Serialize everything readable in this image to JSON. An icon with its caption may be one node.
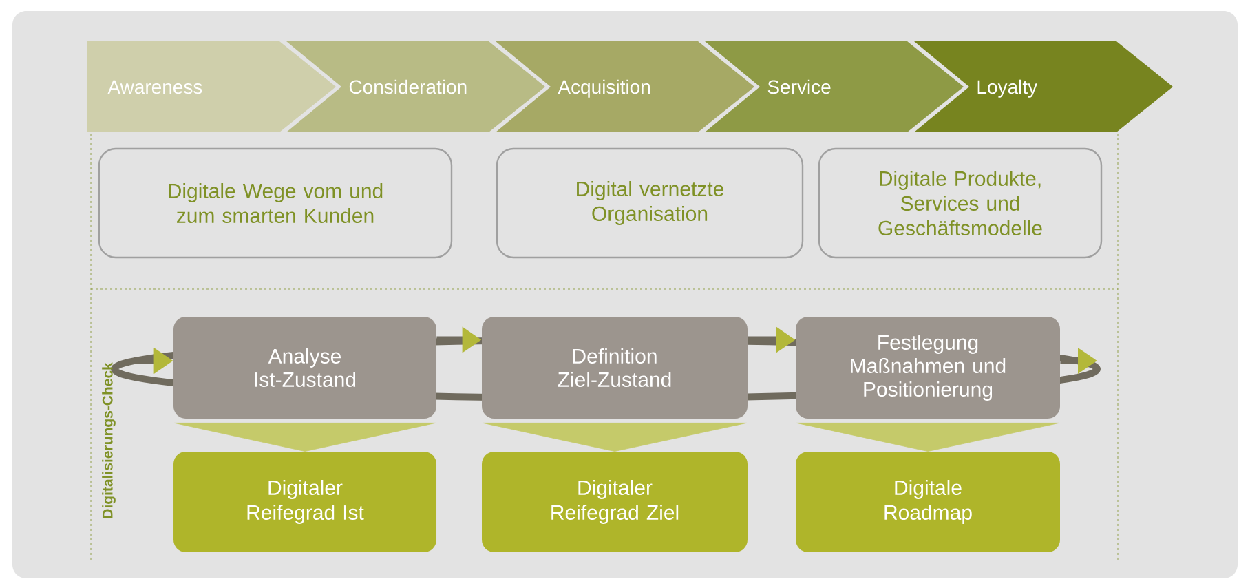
{
  "diagram": {
    "nodes": [
      {
        "text": [
          "Awareness"
        ]
      },
      {
        "text": [
          "Consideration"
        ]
      },
      {
        "text": [
          "Acquisition"
        ]
      },
      {
        "text": [
          "Service"
        ]
      },
      {
        "text": [
          "Loyalty"
        ]
      },
      {
        "text": [
          "Digitale Wege vom und zum smarten Kunden"
        ]
      },
      {
        "text": [
          "Digital vernetzte Organisation"
        ]
      },
      {
        "text": [
          "Digitale Produkte, Services und Geschäftsmodelle"
        ]
      },
      {
        "text": [
          "Analyse Ist-Zustand"
        ]
      },
      {
        "text": [
          "Definition Ziel-Zustand"
        ]
      },
      {
        "text": [
          "Festlegung Maßnahmen und Positionierung"
        ]
      },
      {
        "text": [
          "Digitaler Reifegrad Ist"
        ]
      },
      {
        "text": [
          "Digitaler Reifegrad Ziel"
        ]
      },
      {
        "text": [
          "Digitale Roadmap"
        ]
      }
    ],
    "edges": [
      {
        "from": null,
        "to": 8,
        "arrow": "to",
        "color": "#706b5e"
      },
      {
        "from": 8,
        "to": 9,
        "arrow": "to",
        "color": "#706b5e"
      },
      {
        "from": 9,
        "to": 10,
        "arrow": "to",
        "color": "#706b5e"
      },
      {
        "from": 10,
        "to": null,
        "arrow": "to",
        "color": "#706b5e"
      },
      {
        "from": 8,
        "to": 11,
        "arrow": "to",
        "color": "#c5ca6a"
      },
      {
        "from": 9,
        "to": 12,
        "arrow": "to",
        "color": "#c5ca6a"
      },
      {
        "from": 10,
        "to": 13,
        "arrow": "to",
        "color": "#c5ca6a"
      }
    ],
    "labels": [
      "Digitalisierungs-Check"
    ]
  }
}
